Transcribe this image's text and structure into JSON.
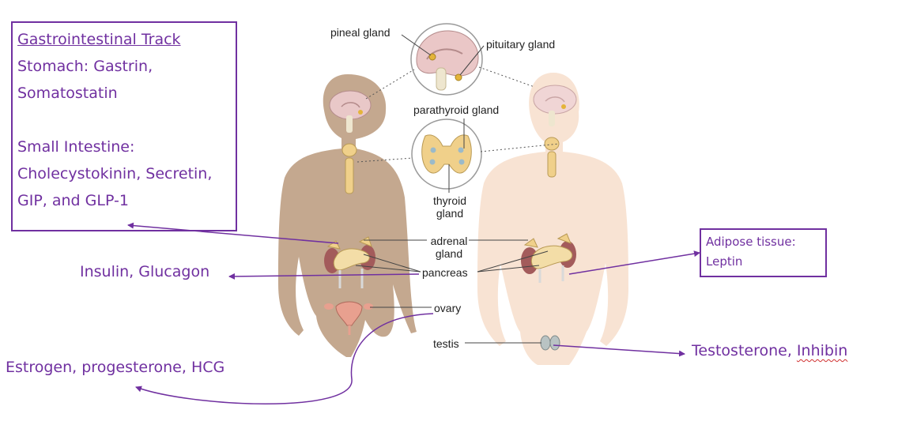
{
  "colors": {
    "accent": "#7030a0",
    "skin_dark": "#c4a88f",
    "skin_light": "#f8e3d3",
    "gland": "#f0d08a",
    "kidney": "#a35b5b"
  },
  "gi_box": {
    "title": "Gastrointestinal Track",
    "lines": [
      "Stomach: Gastrin,",
      "Somatostatin",
      "",
      "Small Intestine:",
      "Cholecystokinin, Secretin,",
      "GIP, and GLP-1"
    ]
  },
  "adipose_box": {
    "lines": [
      "Adipose tissue:",
      "Leptin"
    ]
  },
  "hormones": {
    "pancreas": "Insulin, Glucagon",
    "ovary": "Estrogen, progesterone, HCG",
    "testis_a": "Testosterone, ",
    "testis_b": "Inhibin"
  },
  "glands": {
    "pineal": "pineal gland",
    "pituitary": "pituitary gland",
    "parathyroid": "parathyroid gland",
    "thyroid": [
      "thyroid",
      "gland"
    ],
    "adrenal": [
      "adrenal",
      "gland"
    ],
    "pancreas": "pancreas",
    "ovary": "ovary",
    "testis": "testis"
  }
}
